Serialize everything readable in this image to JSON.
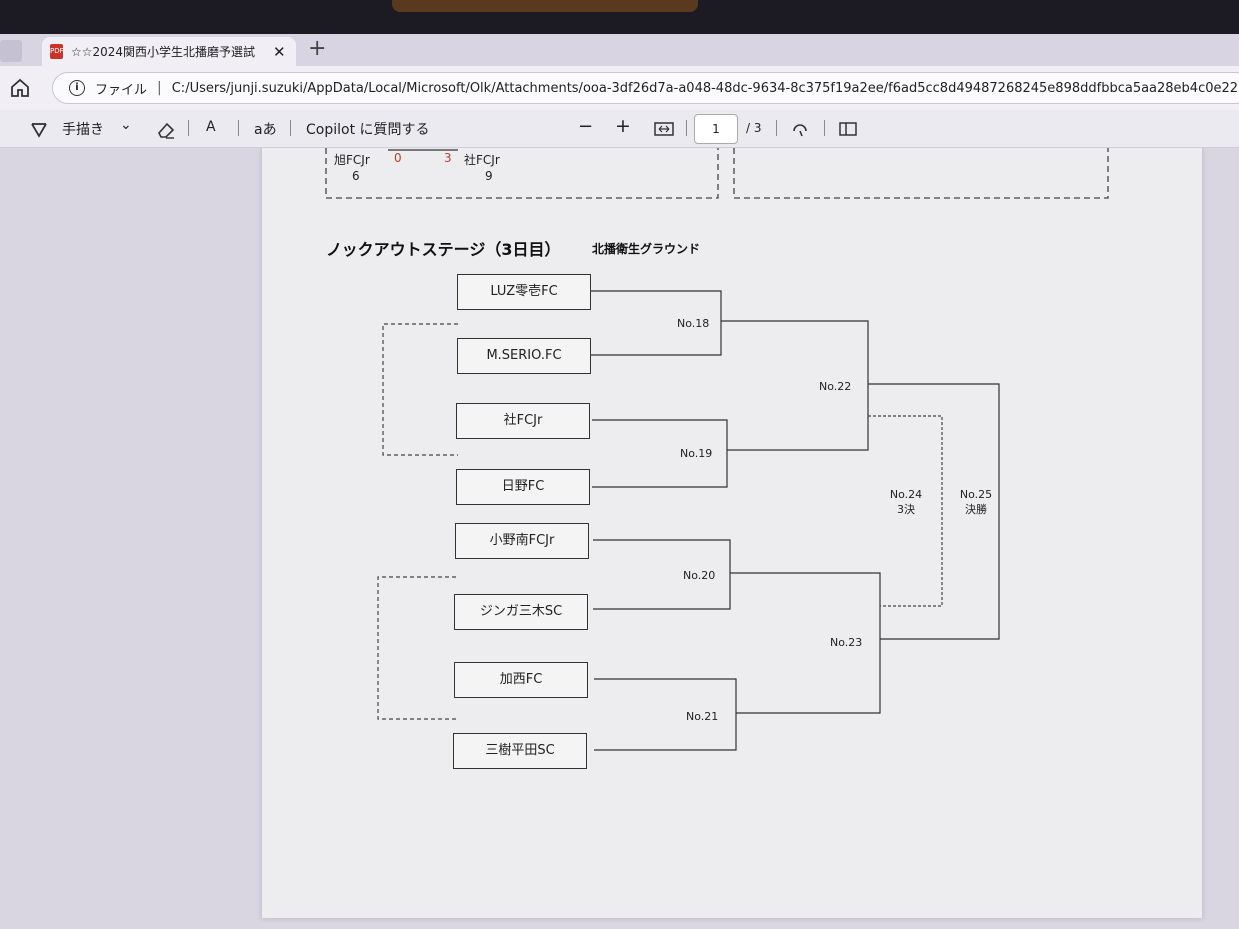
{
  "tab": {
    "title": "☆☆2024関西小学生北播磨予選試",
    "close": "✕",
    "new_tab": "+",
    "icon": "pdf-icon"
  },
  "address": {
    "label": "ファイル",
    "separator": "|",
    "url": "C:/Users/junji.suzuki/AppData/Local/Microsoft/Olk/Attachments/ooa-3df26d7a-a048-48dc-9634-8c375f19a2ee/f6ad5cc8d49487268245e898ddfbbca5aa28eb4c0e22"
  },
  "toolbar": {
    "draw": "手描き",
    "draw_chevron": "⌄",
    "read_aloud": "A",
    "translate": "aあ",
    "copilot": "Copilot に質問する",
    "zoom_out": "−",
    "zoom_in": "+",
    "page_current": "1",
    "page_total": "/ 3"
  },
  "previous_result": {
    "team_left": "旭FCJr",
    "score_left": "0",
    "score_right": "3",
    "team_right": "社FCJr",
    "sub_left": "6",
    "sub_right": "9"
  },
  "stage": {
    "title": "ノックアウトステージ（3日目）",
    "venue": "北播衛生グラウンド"
  },
  "teams": [
    "LUZ零壱FC",
    "M.SERIO.FC",
    "社FCJr",
    "日野FC",
    "小野南FCJr",
    "ジンガ三木SC",
    "加西FC",
    "三樹平田SC"
  ],
  "matches": {
    "m18": "No.18",
    "m19": "No.19",
    "m20": "No.20",
    "m21": "No.21",
    "m22": "No.22",
    "m23": "No.23",
    "m24": "No.24",
    "m24_sub": "3決",
    "m25": "No.25",
    "m25_sub": "決勝"
  }
}
